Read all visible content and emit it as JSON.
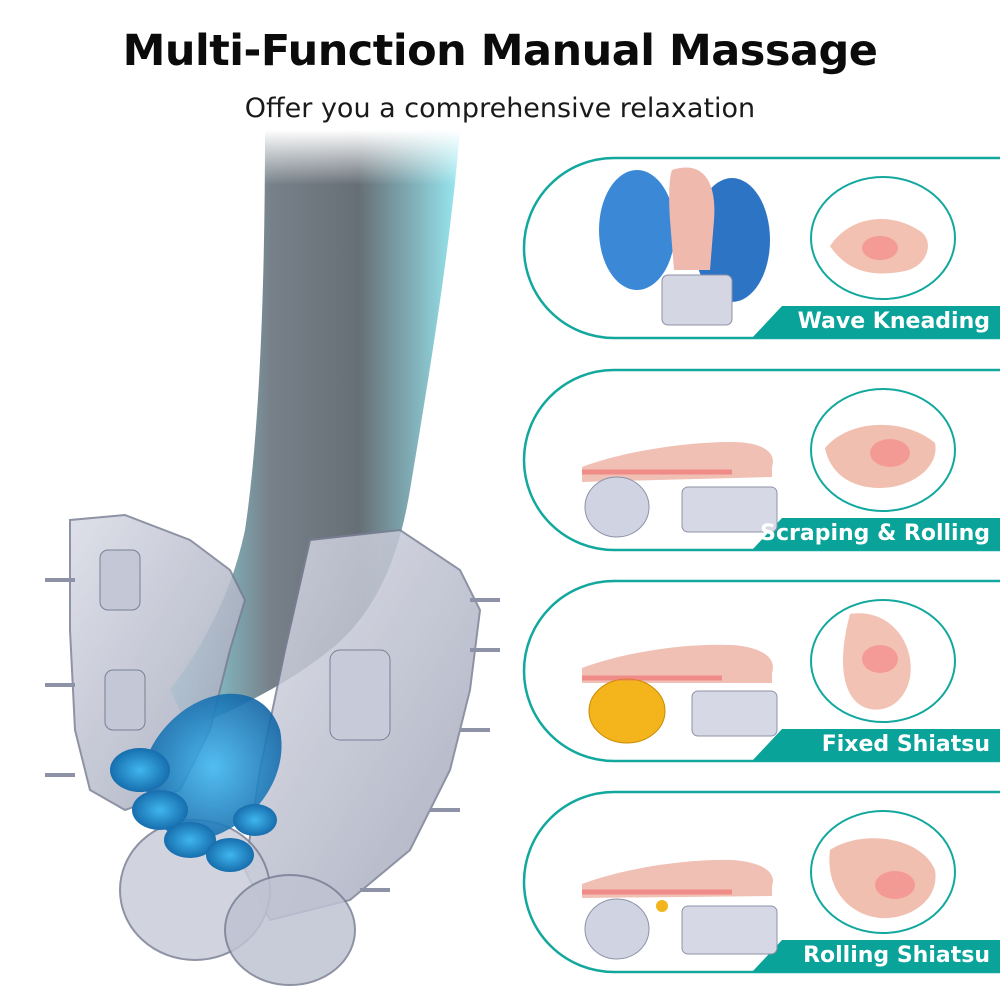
{
  "header": {
    "title": "Multi-Function Manual Massage",
    "subtitle": "Offer you a comprehensive relaxation"
  },
  "colors": {
    "accent": "#0aa39a",
    "accent_light": "#e8f6f5",
    "outline": "#12a89e"
  },
  "modes": [
    {
      "label": "Wave Kneading"
    },
    {
      "label": "Scraping & Rolling"
    },
    {
      "label": "Fixed Shiatsu"
    },
    {
      "label": "Rolling Shiatsu"
    }
  ]
}
